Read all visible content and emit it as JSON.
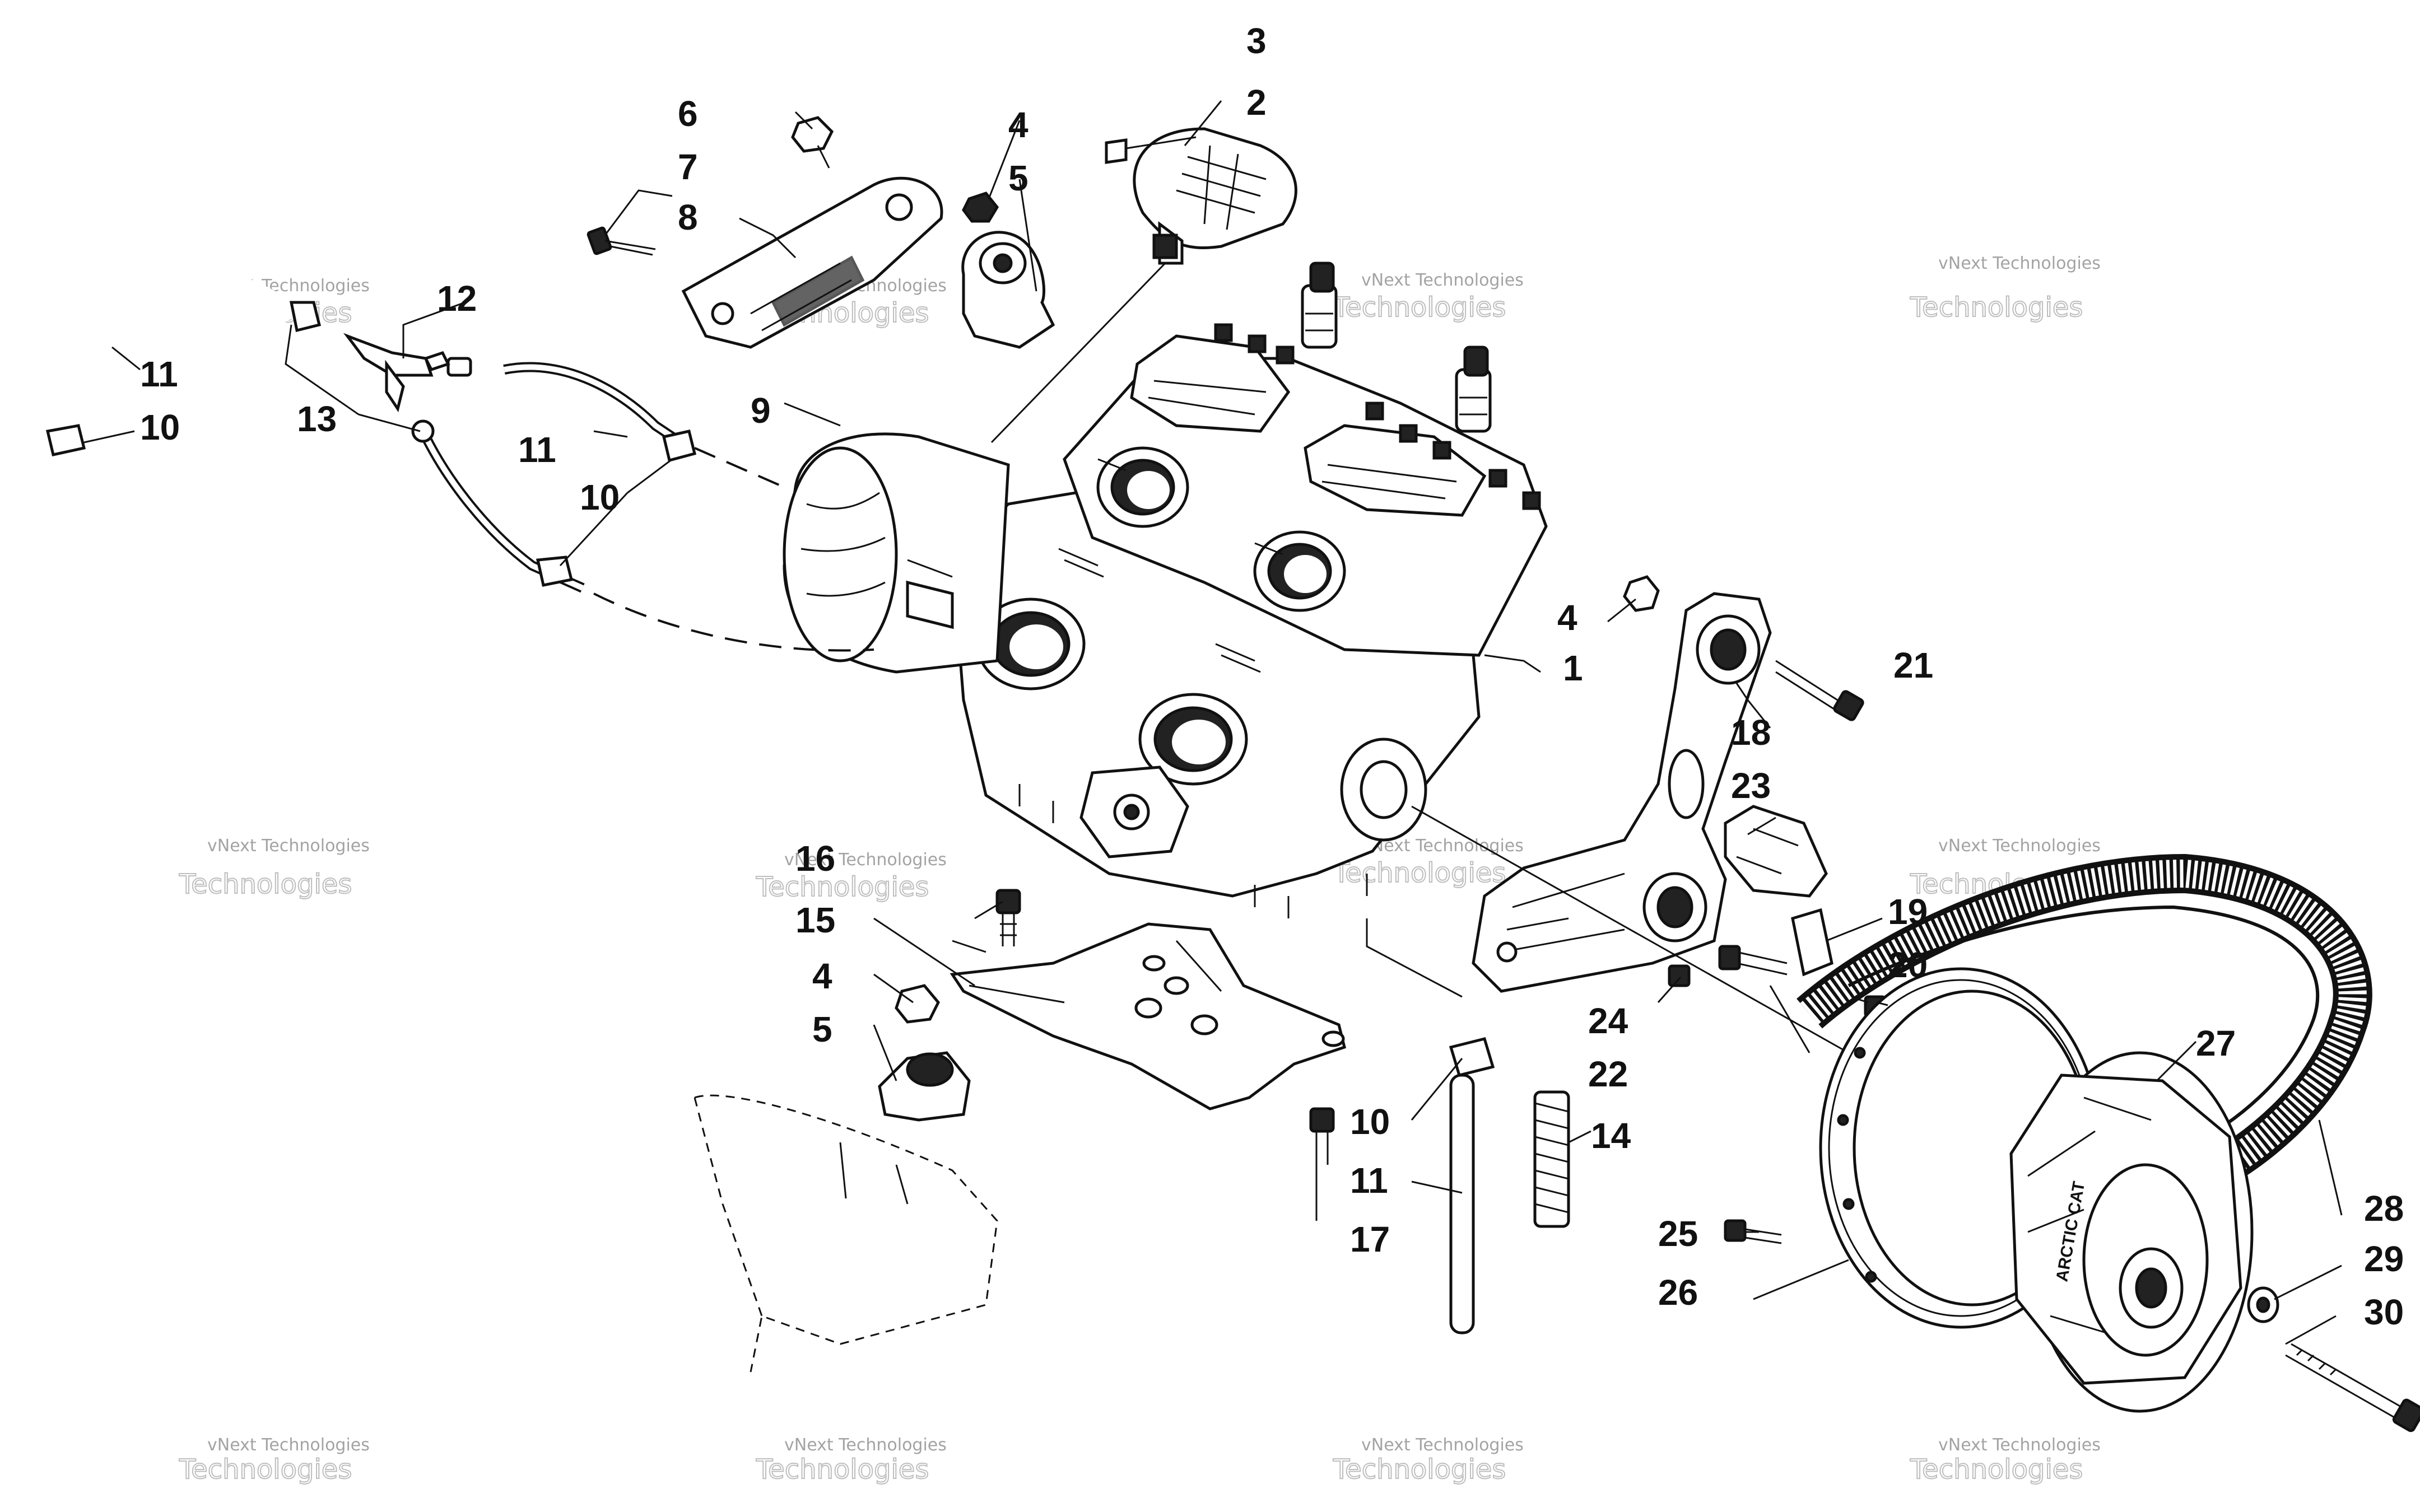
{
  "colors": {
    "ink": "#111111",
    "watermark_text": "#9a9a9a",
    "watermark_outline": "#b8b8b8",
    "background": "#ffffff"
  },
  "watermark": {
    "small": "vNext Technologies",
    "large": "Technologies"
  },
  "callouts": {
    "c1": "1",
    "c2": "2",
    "c3": "3",
    "c4a": "4",
    "c4b": "4",
    "c4c": "4",
    "c5a": "5",
    "c5b": "5",
    "c6": "6",
    "c7": "7",
    "c8": "8",
    "c9": "9",
    "c10a": "10",
    "c10b": "10",
    "c10c": "10",
    "c11a": "11",
    "c11b": "11",
    "c11c": "11",
    "c12": "12",
    "c13": "13",
    "c14": "14",
    "c15": "15",
    "c16": "16",
    "c17": "17",
    "c18": "18",
    "c19": "19",
    "c20": "20",
    "c21": "21",
    "c22": "22",
    "c23": "23",
    "c24": "24",
    "c25": "25",
    "c26": "26",
    "c27": "27",
    "c28": "28",
    "c29": "29",
    "c30": "30"
  },
  "clutch_logo": "ARCTIC CAT"
}
